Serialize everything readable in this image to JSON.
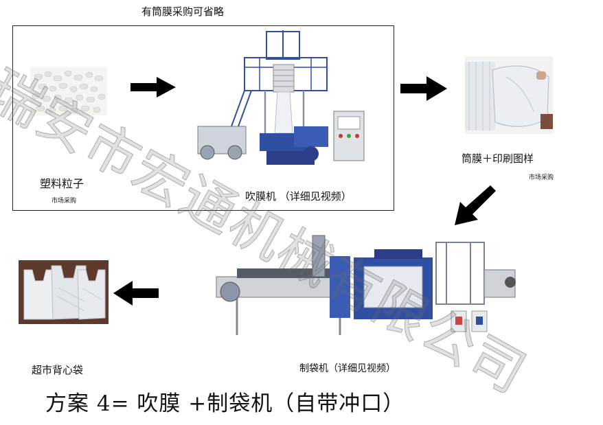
{
  "title_frame": "有筒膜采购可省略",
  "steps": {
    "pellets": {
      "label": "塑料粒子",
      "sub": "市场采购"
    },
    "blower": {
      "label": "吹膜机 （详细见视频）"
    },
    "film": {
      "label": "筒膜＋印刷图样",
      "sub": "市场采购"
    },
    "bagger": {
      "label": "制袋机（详细见视频）"
    },
    "vest": {
      "label": "超市背心袋"
    }
  },
  "scheme": "方案 4=   吹膜 +制袋机（自带冲口）",
  "watermark": "瑞安市宏通机械有限公司",
  "colors": {
    "arrow": "#000000",
    "machine_blue": "#2f4fa3",
    "frame": "#222222"
  }
}
